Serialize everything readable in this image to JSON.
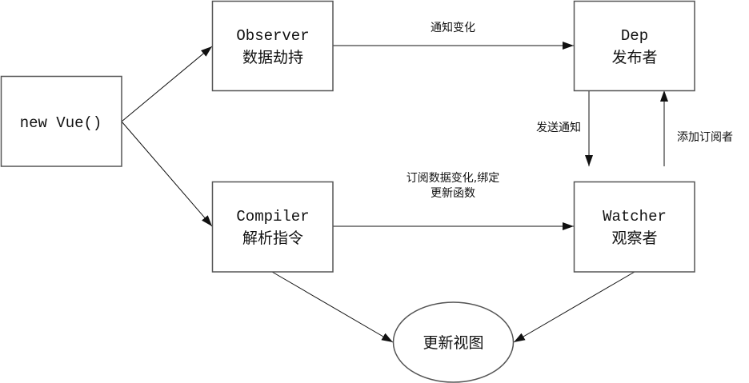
{
  "diagram": {
    "nodes": {
      "vue": {
        "label": "new Vue()"
      },
      "observer": {
        "line1": "Observer",
        "line2": "数据劫持"
      },
      "compiler": {
        "line1": "Compiler",
        "line2": "解析指令"
      },
      "dep": {
        "line1": "Dep",
        "line2": "发布者"
      },
      "watcher": {
        "line1": "Watcher",
        "line2": "观察者"
      },
      "update_view": {
        "label": "更新视图"
      }
    },
    "edges": {
      "observer_to_dep": {
        "label": "通知变化"
      },
      "compiler_to_watcher": {
        "line1": "订阅数据变化,绑定",
        "line2": "更新函数"
      },
      "dep_to_watcher": {
        "label": "发送通知"
      },
      "watcher_to_dep": {
        "label": "添加订阅者"
      }
    }
  }
}
